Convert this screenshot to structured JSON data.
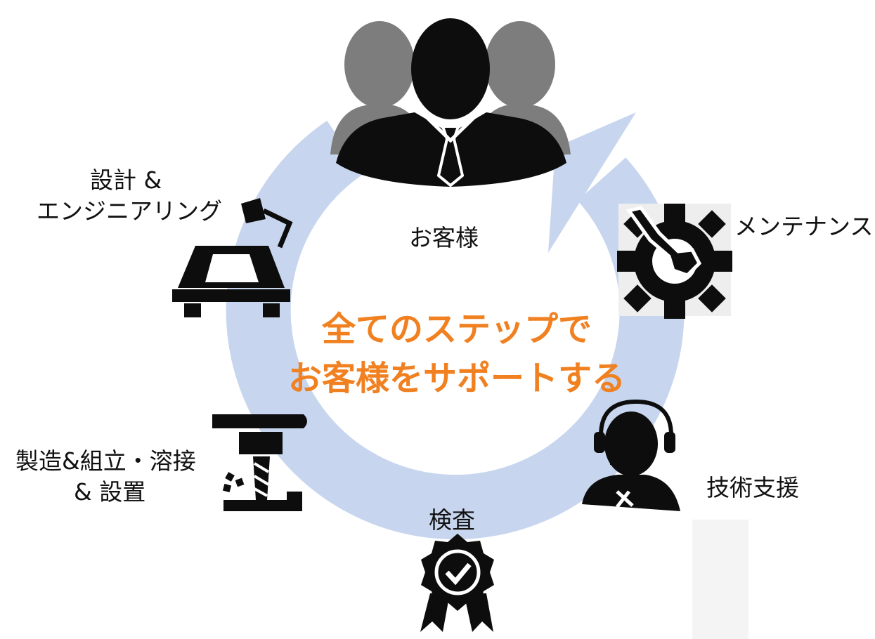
{
  "center": {
    "line1": "全てのステップで",
    "line2": "お客様をサポートする"
  },
  "steps": {
    "customer": "お客様",
    "design_line1": "設計 &",
    "design_line2": "エンジニアリング",
    "maintenance": "メンテナンス",
    "manufacturing_line1": "製造&組立・溶接",
    "manufacturing_line2": "& 設置",
    "tech_support": "技術支援",
    "inspection": "検査"
  },
  "colors": {
    "ring": "#c7d6ee",
    "center_text": "#f08020",
    "icon": "#0d0d0d"
  },
  "icons": [
    "customer-group-icon",
    "design-engineering-icon",
    "maintenance-gear-wrench-icon",
    "manufacturing-mill-icon",
    "tech-support-headset-icon",
    "inspection-badge-icon"
  ]
}
